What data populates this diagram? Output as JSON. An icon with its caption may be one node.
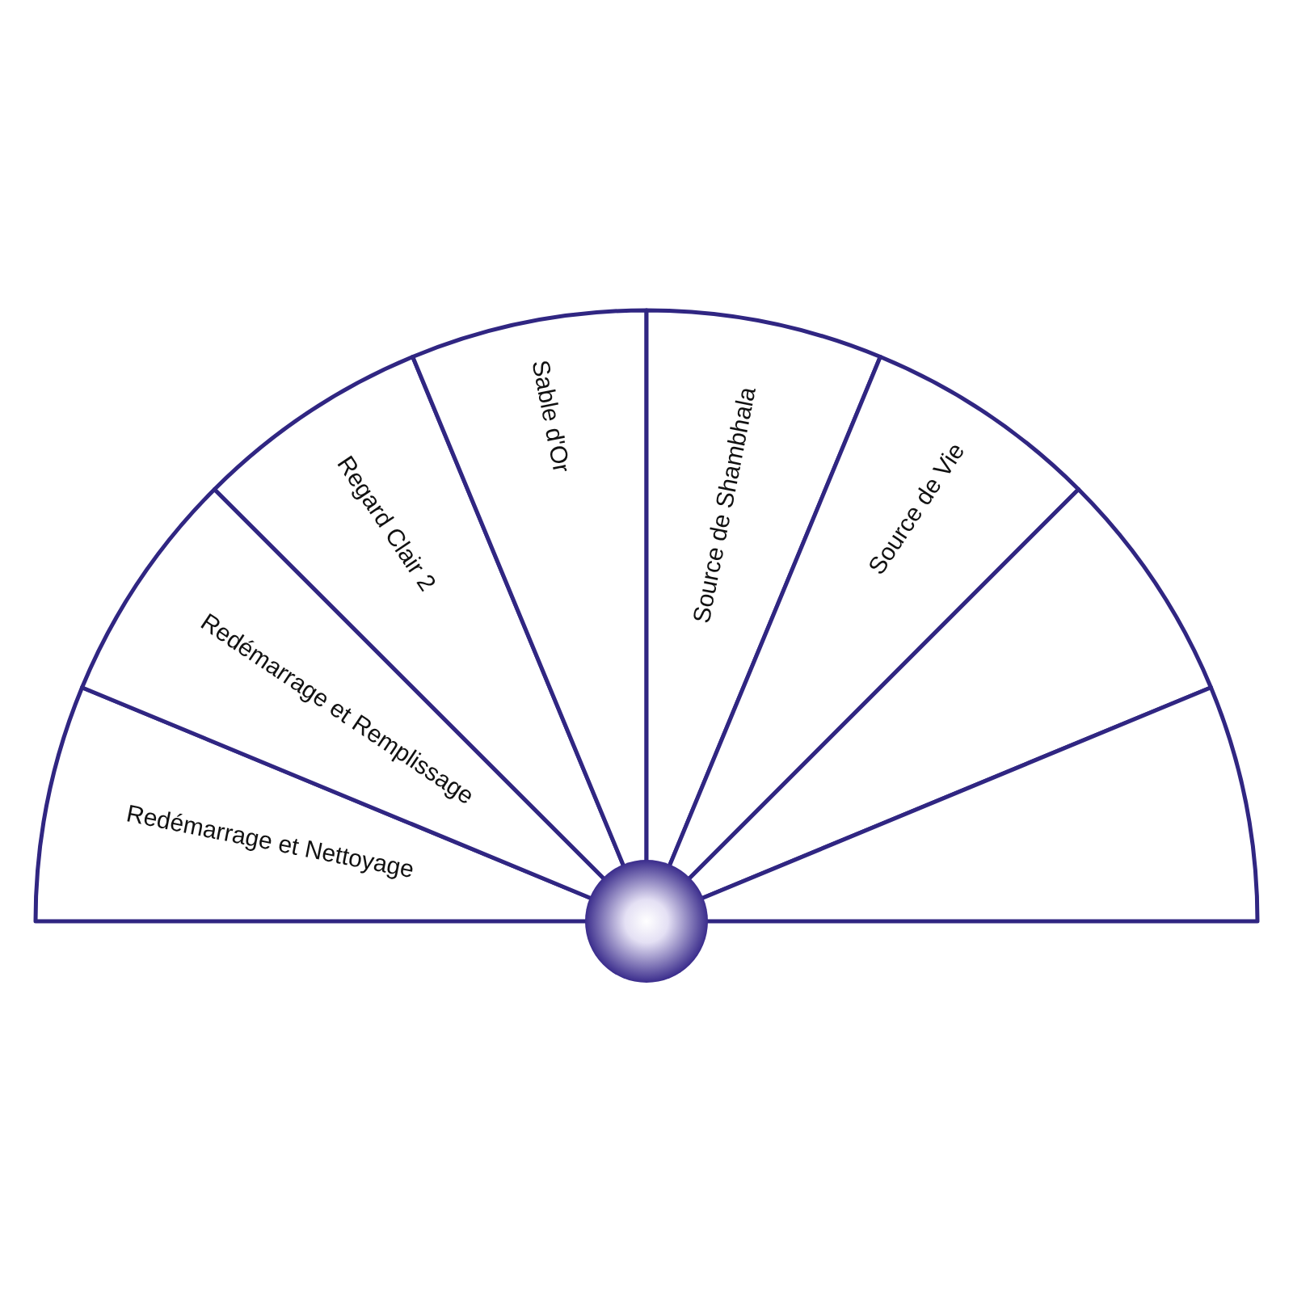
{
  "diagram": {
    "nodes": [
      {
        "text": [
          "Redémarrage et Nettoyage"
        ]
      },
      {
        "text": [
          "Redémarrage et Remplissage"
        ]
      },
      {
        "text": [
          "Regard Clair 2"
        ]
      },
      {
        "text": [
          "Sable d'Or"
        ]
      },
      {
        "text": [
          "Source de Shambhala"
        ]
      },
      {
        "text": [
          "Source de Vie"
        ]
      },
      {
        "text": [],
        "shape": "wedge"
      },
      {
        "text": [],
        "shape": "wedge"
      },
      {
        "text": [],
        "shape": "circle"
      }
    ]
  }
}
